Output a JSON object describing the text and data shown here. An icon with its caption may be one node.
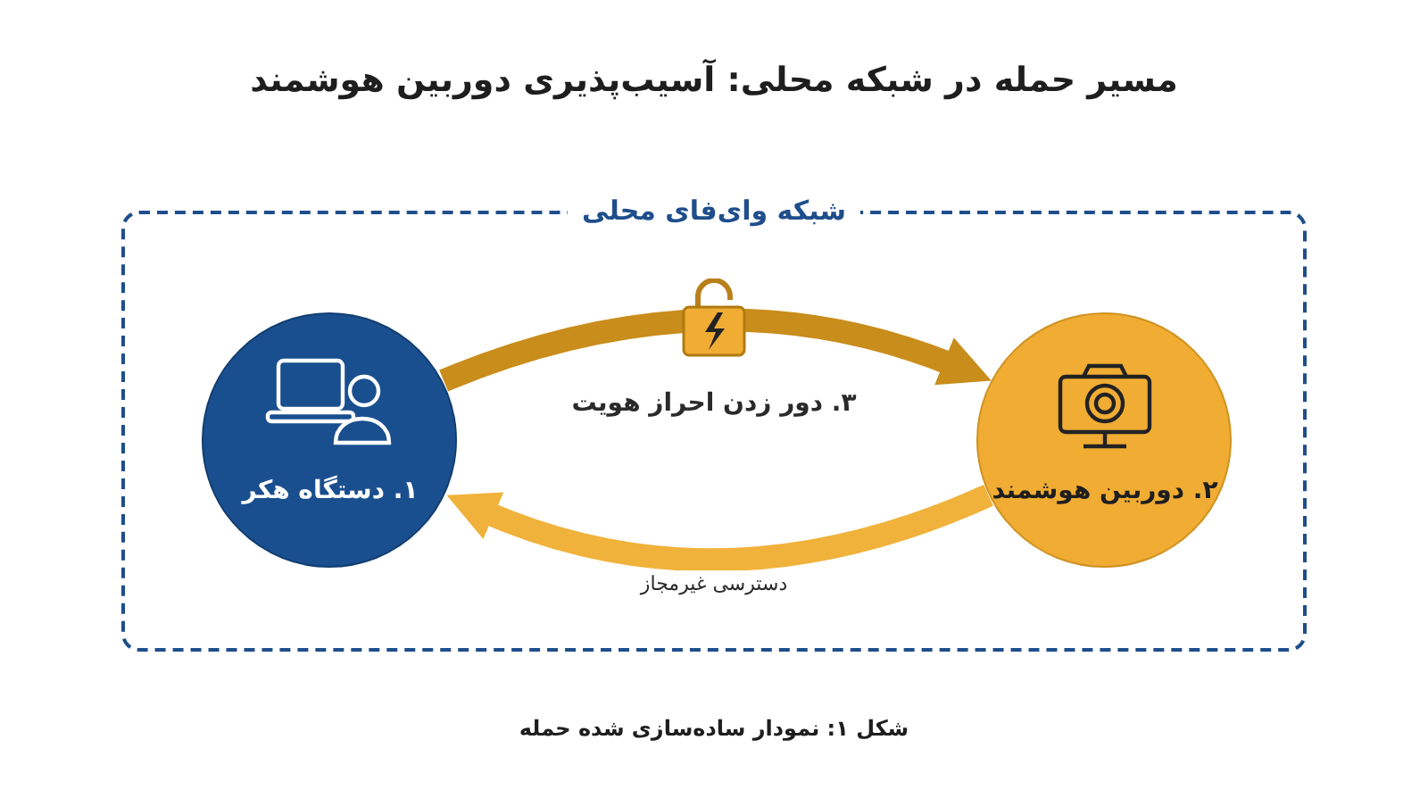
{
  "diagram": {
    "title": "مسیر حمله در شبکه محلی: آسیب‌پذیری دوربین هوشمند",
    "nodes": [
      {
        "text": [
          "شبکه وای‌فای محلی"
        ]
      },
      {
        "text": [
          "۱. دستگاه هکر"
        ],
        "in": 0
      },
      {
        "text": [
          "۲. دوربین هوشمند"
        ],
        "in": 0
      }
    ],
    "edges": [
      {
        "from": 1,
        "to": 2,
        "arrow": "to",
        "label": "۳. دور زدن احراز هویت",
        "color": "#c98d1c"
      },
      {
        "from": 2,
        "to": 1,
        "arrow": "to",
        "label": "دسترسی غیرمجاز",
        "color": "#f0b23a"
      }
    ],
    "caption": "شکل ۱: نمودار ساده‌سازی شده حمله"
  }
}
